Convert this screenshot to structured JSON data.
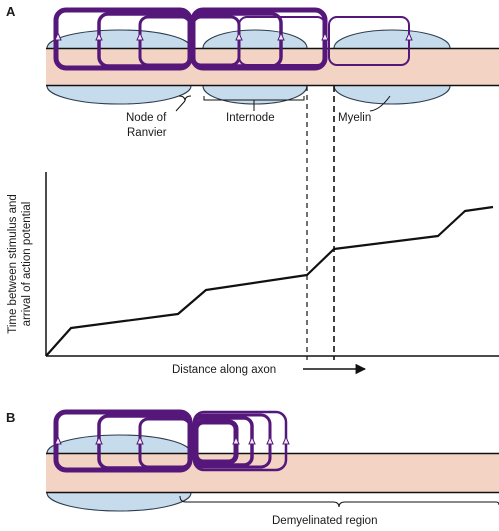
{
  "panel_a": {
    "letter": "A",
    "labels": {
      "node_line1": "Node of",
      "node_line2": "Ranvier",
      "internode": "Internode",
      "myelin": "Myelin"
    }
  },
  "graph": {
    "ylabel_line1": "Time between stimulus and",
    "ylabel_line2": "arrival of action potential",
    "xlabel": "Distance along axon"
  },
  "panel_b": {
    "letter": "B",
    "demyelinated_label": "Demyelinated region"
  },
  "colors": {
    "axon": "#f3d4c4",
    "myelin": "#c6dcec",
    "current_loop": "#55187a",
    "line": "#111111"
  }
}
